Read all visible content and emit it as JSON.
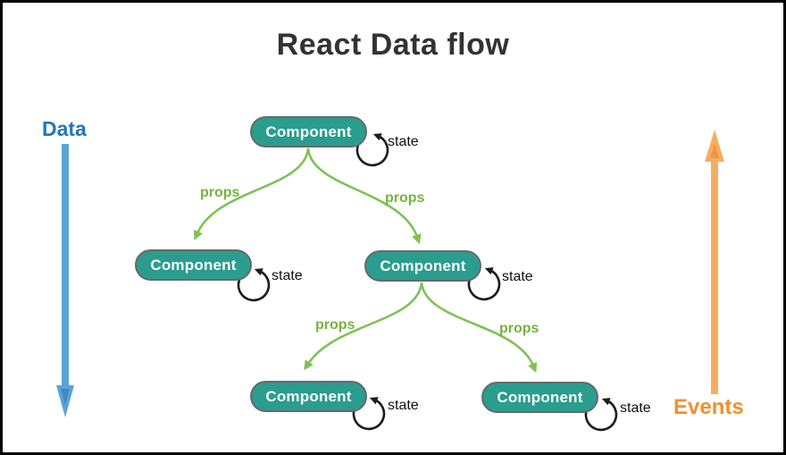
{
  "title": "React Data flow",
  "side_flows": {
    "data_label": "Data",
    "events_label": "Events"
  },
  "nodes": [
    {
      "id": "root",
      "label": "Component",
      "state_label": "state"
    },
    {
      "id": "child-left",
      "label": "Component",
      "state_label": "state"
    },
    {
      "id": "child-right",
      "label": "Component",
      "state_label": "state"
    },
    {
      "id": "grandchild-left",
      "label": "Component",
      "state_label": "state"
    },
    {
      "id": "grandchild-right",
      "label": "Component",
      "state_label": "state"
    }
  ],
  "edges": [
    {
      "from": "root",
      "to": "child-left",
      "label": "props"
    },
    {
      "from": "root",
      "to": "child-right",
      "label": "props"
    },
    {
      "from": "child-right",
      "to": "grandchild-left",
      "label": "props"
    },
    {
      "from": "child-right",
      "to": "grandchild-right",
      "label": "props"
    }
  ],
  "colors": {
    "node_fill": "#2a9d8f",
    "node_border": "#696969",
    "node_text": "#ffffff",
    "props_green": "#74b33f",
    "arrow_green": "#7fc254",
    "data_label_blue": "#2277bd",
    "data_arrow_blue": "#5ba3d6",
    "events_label_orange": "#f0912d",
    "events_arrow_orange": "#f6ad61",
    "title_text": "#333333",
    "state_loop_black": "#1c1c1c"
  }
}
